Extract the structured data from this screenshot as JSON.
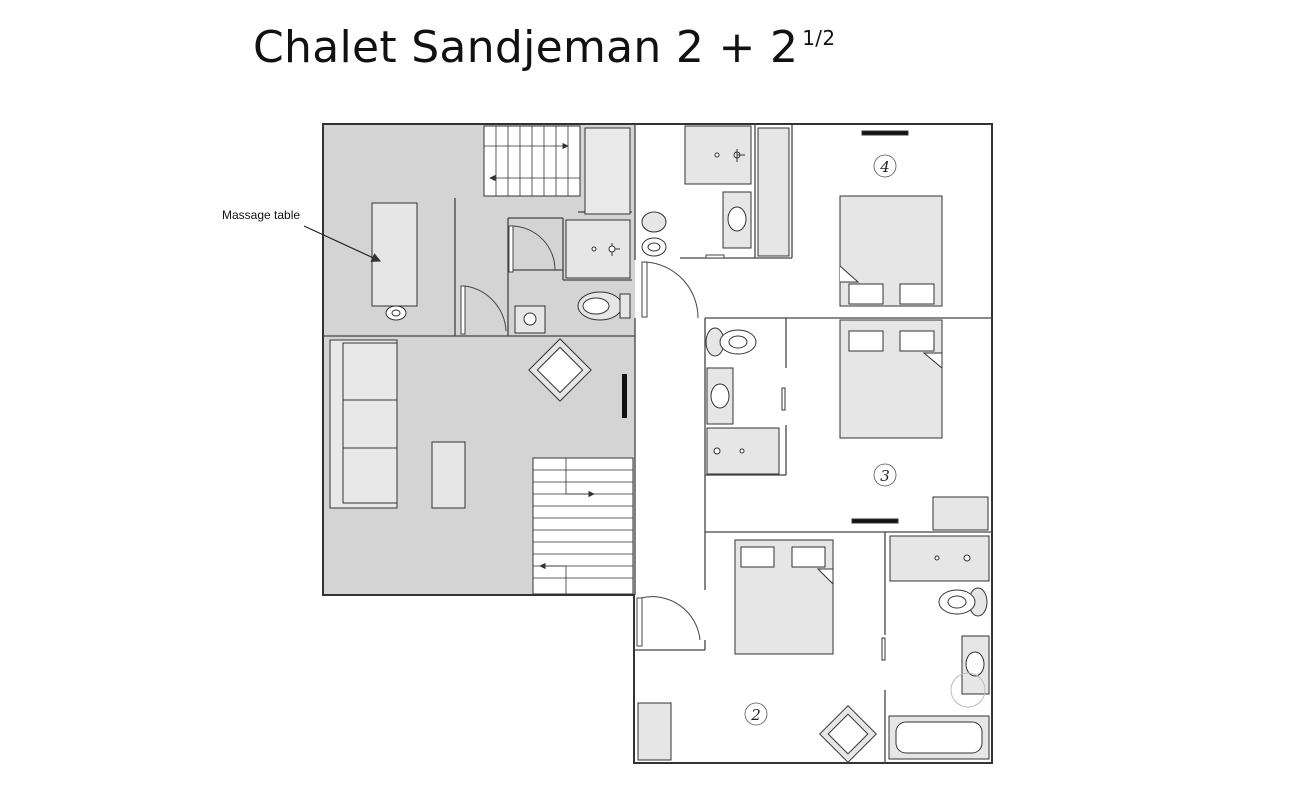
{
  "title": {
    "main": "Chalet Sandjeman 2 + 2",
    "fraction": "1/2"
  },
  "annotations": {
    "massage_table": "Massage table"
  },
  "rooms": [
    {
      "number": "4"
    },
    {
      "number": "3"
    },
    {
      "number": "2"
    }
  ],
  "colors": {
    "wall": "#333333",
    "shaded_area": "#d3d3d3",
    "furniture_fill": "#e6e6e6"
  }
}
